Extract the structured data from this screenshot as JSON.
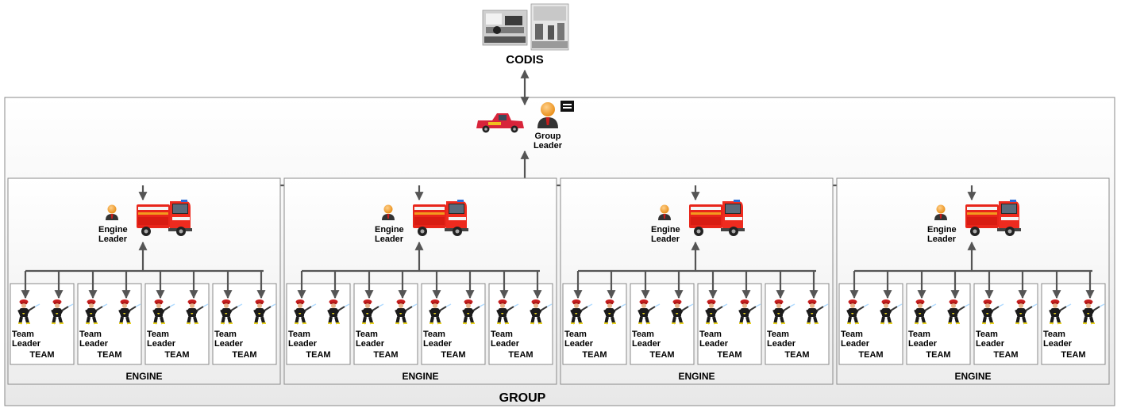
{
  "codis": {
    "label": "CODIS"
  },
  "group": {
    "label": "GROUP",
    "leader_label": [
      "Group",
      "Leader"
    ]
  },
  "engines": [
    {
      "label": "ENGINE",
      "leader_label": [
        "Engine",
        "Leader"
      ],
      "teams": [
        {
          "label": "TEAM",
          "leader_label": [
            "Team",
            "Leader"
          ]
        },
        {
          "label": "TEAM",
          "leader_label": [
            "Team",
            "Leader"
          ]
        },
        {
          "label": "TEAM",
          "leader_label": [
            "Team",
            "Leader"
          ]
        },
        {
          "label": "TEAM",
          "leader_label": [
            "Team",
            "Leader"
          ]
        }
      ]
    },
    {
      "label": "ENGINE",
      "leader_label": [
        "Engine",
        "Leader"
      ],
      "teams": [
        {
          "label": "TEAM",
          "leader_label": [
            "Team",
            "Leader"
          ]
        },
        {
          "label": "TEAM",
          "leader_label": [
            "Team",
            "Leader"
          ]
        },
        {
          "label": "TEAM",
          "leader_label": [
            "Team",
            "Leader"
          ]
        },
        {
          "label": "TEAM",
          "leader_label": [
            "Team",
            "Leader"
          ]
        }
      ]
    },
    {
      "label": "ENGINE",
      "leader_label": [
        "Engine",
        "Leader"
      ],
      "teams": [
        {
          "label": "TEAM",
          "leader_label": [
            "Team",
            "Leader"
          ]
        },
        {
          "label": "TEAM",
          "leader_label": [
            "Team",
            "Leader"
          ]
        },
        {
          "label": "TEAM",
          "leader_label": [
            "Team",
            "Leader"
          ]
        },
        {
          "label": "TEAM",
          "leader_label": [
            "Team",
            "Leader"
          ]
        }
      ]
    },
    {
      "label": "ENGINE",
      "leader_label": [
        "Engine",
        "Leader"
      ],
      "teams": [
        {
          "label": "TEAM",
          "leader_label": [
            "Team",
            "Leader"
          ]
        },
        {
          "label": "TEAM",
          "leader_label": [
            "Team",
            "Leader"
          ]
        },
        {
          "label": "TEAM",
          "leader_label": [
            "Team",
            "Leader"
          ]
        },
        {
          "label": "TEAM",
          "leader_label": [
            "Team",
            "Leader"
          ]
        }
      ]
    }
  ],
  "colors": {
    "line": "#555555",
    "box_stroke": "#8a8a8a",
    "group_fill_top": "#ffffff",
    "group_fill_bottom": "#e9e9e9",
    "truck_red": "#e8251a",
    "truck_orange": "#f39a1e",
    "leader_orange": "#f5a43a",
    "firefighter_suit": "#1b1b1b",
    "firefighter_stripe": "#e8d21f",
    "helmet_red": "#d21f1f"
  },
  "icons": [
    "photo-icon",
    "pickup-truck-icon",
    "leader-avatar-icon",
    "radio-icon",
    "fire-engine-icon",
    "firefighter-icon",
    "arrow-icon"
  ]
}
